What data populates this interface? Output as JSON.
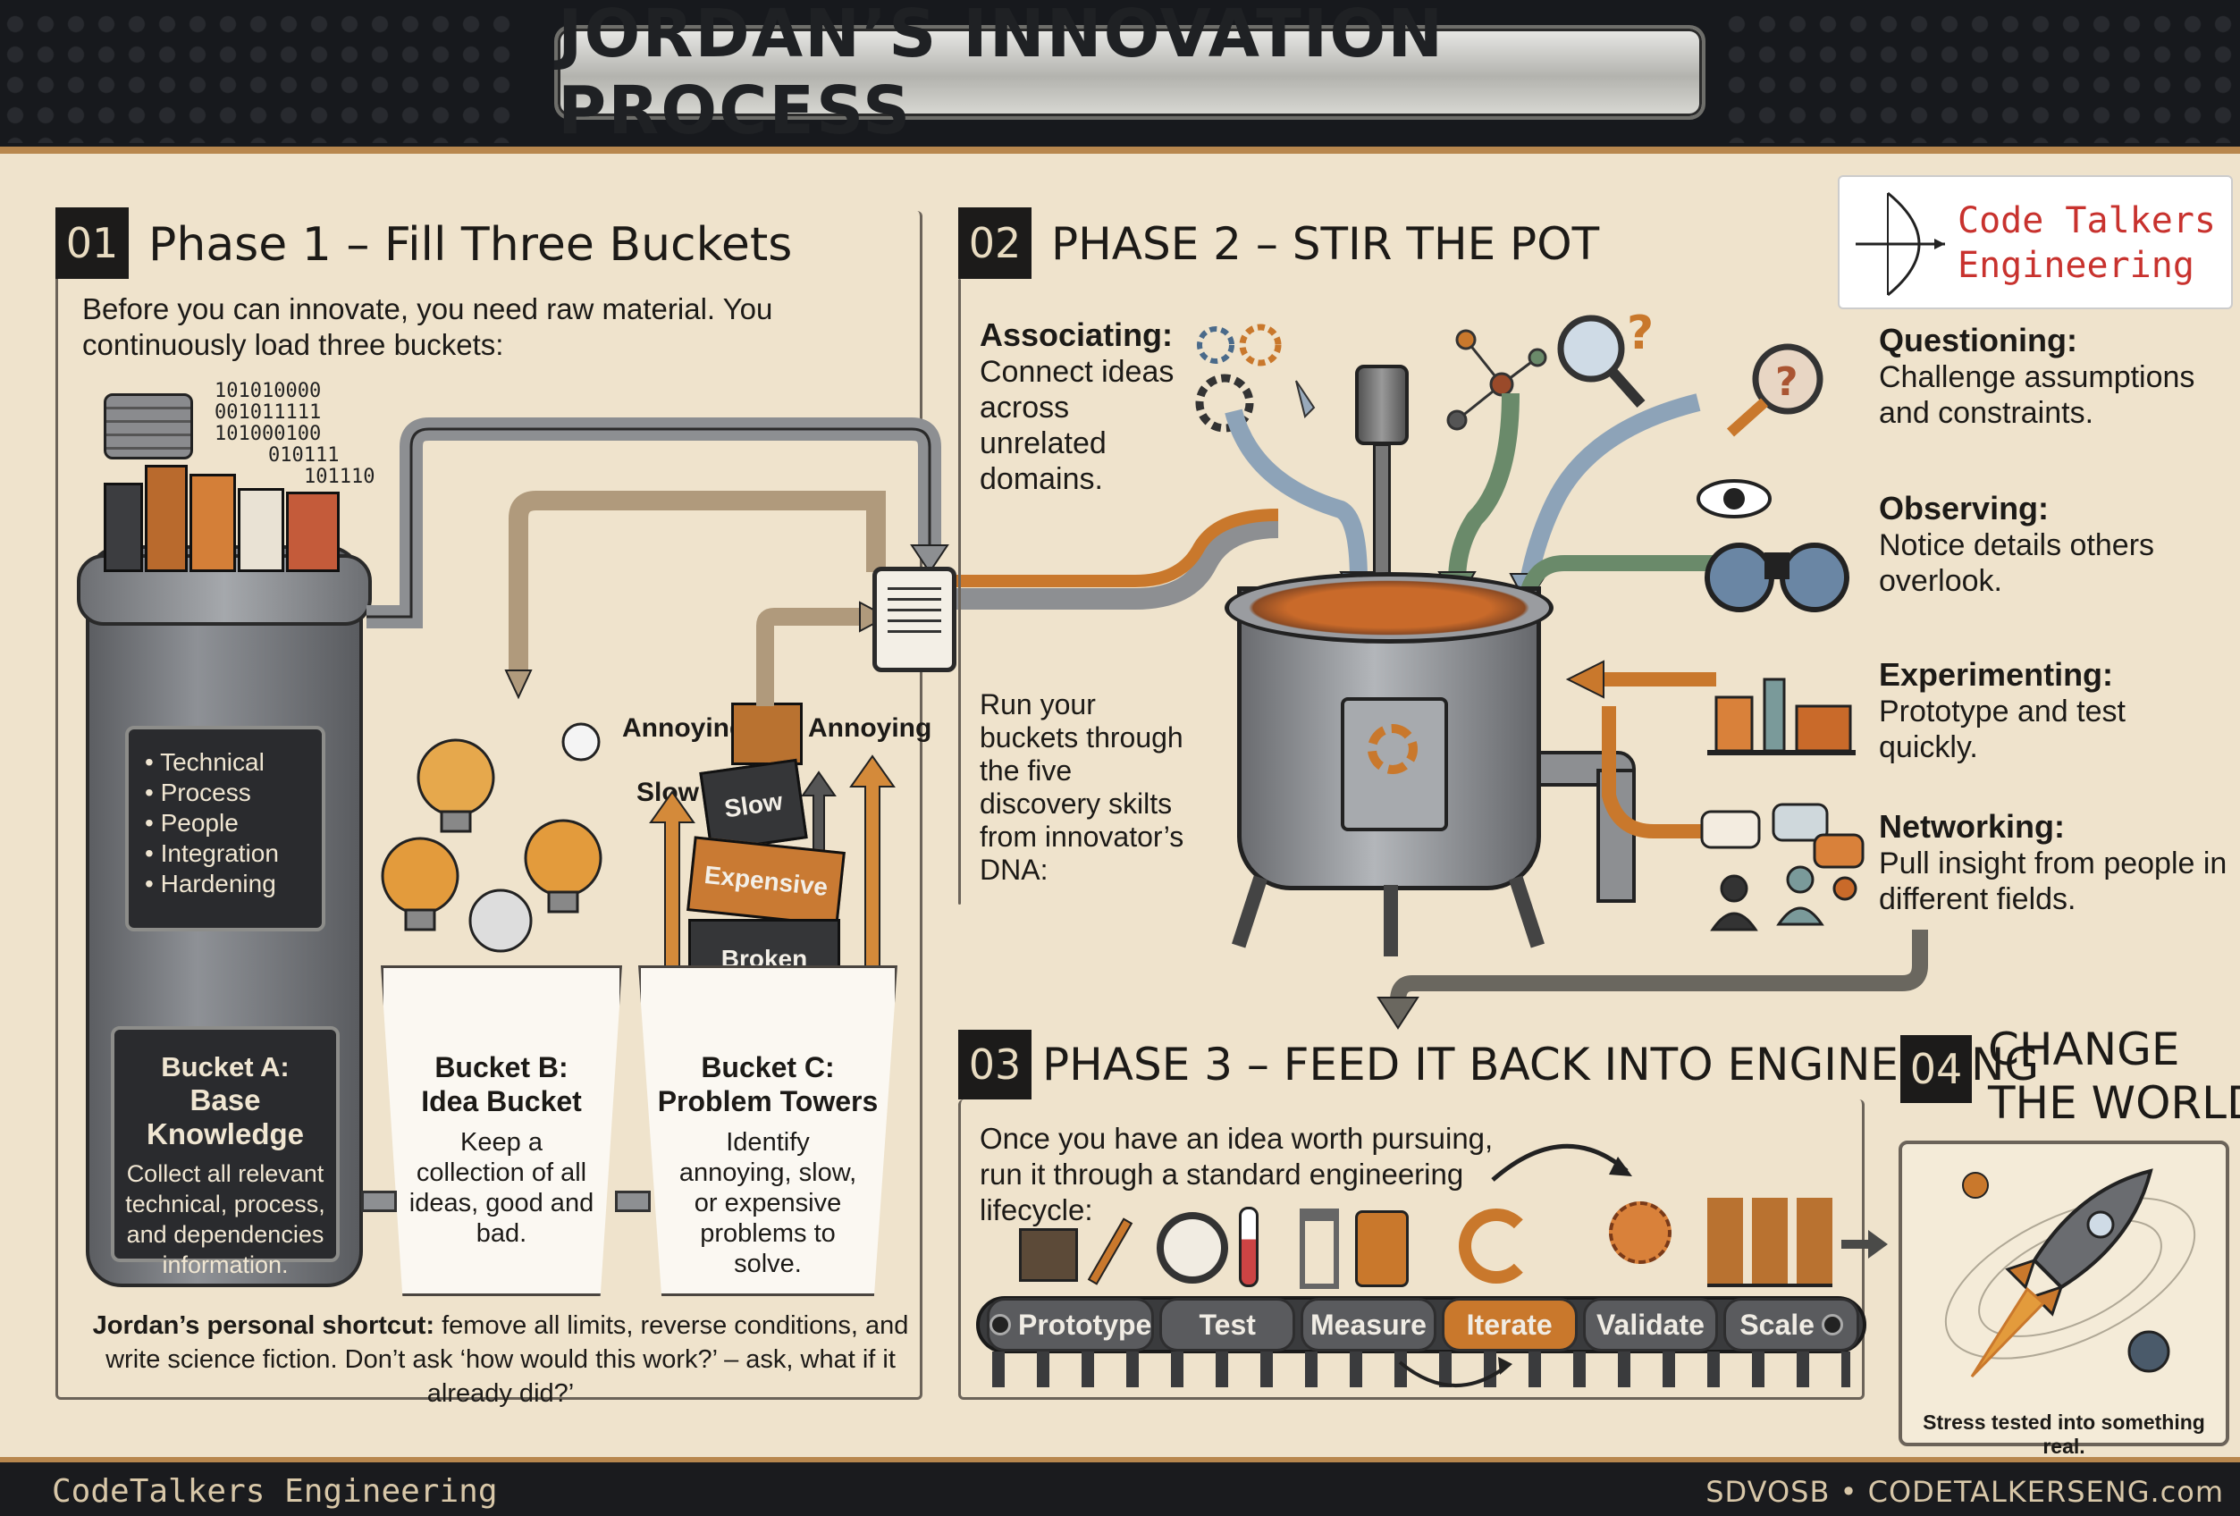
{
  "header": {
    "title": "JORDAN’S INNOVATION PROCESS"
  },
  "logo": {
    "line1": "Code Talkers",
    "line2": "Engineering"
  },
  "phase1": {
    "number": "01",
    "title": "Phase 1 – Fill Three Buckets",
    "intro": "Before you can innovate, you need raw material. You continuously load three buckets:",
    "binary": [
      "101010000",
      "001011111",
      "101000100",
      "010111",
      "101110"
    ],
    "bucket_a": {
      "list": [
        "Technical",
        "Process",
        "People",
        "Integration",
        "Hardening"
      ],
      "title_1": "Bucket A:",
      "title_2": "Base Knowledge",
      "desc": "Collect all relevant technical, process, and dependencies information."
    },
    "bucket_b": {
      "title_1": "Bucket B:",
      "title_2": "Idea Bucket",
      "desc": "Keep a collection of all ideas, good and bad."
    },
    "bucket_c": {
      "title_1": "Bucket C:",
      "title_2": "Problem Towers",
      "desc": "Identify annoying, slow, or expensive problems to solve.",
      "annoying_left": "Annoying",
      "annoying_right": "Annoying",
      "slow_label": "Slow",
      "boxes": [
        "Slow",
        "Expensive",
        "Broken"
      ]
    },
    "shortcut_bold": "Jordan’s personal shortcut:",
    "shortcut_text": " femove all limits, reverse conditions, and write science fiction. Don’t ask ‘how would this work?’ – ask, what if it already did?’"
  },
  "phase2": {
    "number": "02",
    "title": "PHASE 2 – STIR THE POT",
    "associating": {
      "title": "Associating:",
      "text": "Connect ideas across unrelated domains."
    },
    "center_text": "Run your buckets through the five discovery skilts from innovator’s DNA:",
    "questioning": {
      "title": "Questioning:",
      "text": "Challenge assumptions and constraints."
    },
    "observing": {
      "title": "Observing:",
      "text": "Notice details others overlook."
    },
    "experimenting": {
      "title": "Experimenting:",
      "text": "Prototype and test quickly."
    },
    "networking": {
      "title": "Networking:",
      "text": "Pull insight from people in different fields."
    }
  },
  "phase3": {
    "number": "03",
    "title": "PHASE 3 – FEED IT BACK INTO ENGINEERING",
    "intro": "Once you have an idea worth pursuing, run it through a standard engineering lifecycle:",
    "stages": [
      "Prototype",
      "Test",
      "Measure",
      "Iterate",
      "Validate",
      "Scale"
    ]
  },
  "phase4": {
    "number": "04",
    "title_1": "CHANGE",
    "title_2": "THE WORLD",
    "caption": "Stress tested into something real."
  },
  "footer": {
    "left": "CodeTalkers Engineering",
    "right": "SDVOSB • CODETALKERSENG.com"
  },
  "colors": {
    "accent": "#c9782c",
    "dark": "#1c1b1a",
    "paper": "#efe3cc",
    "steel": "#8d8f92"
  }
}
